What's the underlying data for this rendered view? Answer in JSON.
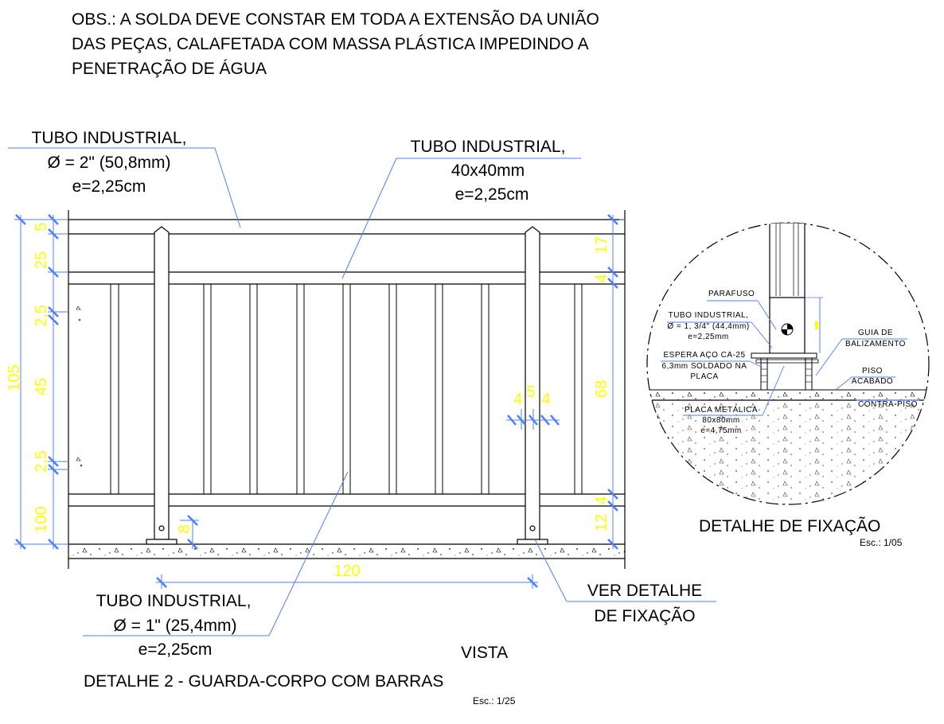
{
  "obs": {
    "line1": "OBS.: A SOLDA DEVE CONSTAR EM TODA A EXTENSÃO DA UNIÃO",
    "line2": "DAS PEÇAS, CALAFETADA COM MASSA PLÁSTICA IMPEDINDO A",
    "line3": "PENETRAÇÃO DE ÁGUA"
  },
  "labels": {
    "tube2_l1": "TUBO INDUSTRIAL,",
    "tube2_l2": "Ø = 2\" (50,8mm)",
    "tube2_l3": "e=2,25cm",
    "tube40_l1": "TUBO INDUSTRIAL,",
    "tube40_l2": "40x40mm",
    "tube40_l3": "e=2,25cm",
    "tube1_l1": "TUBO INDUSTRIAL,",
    "tube1_l2": "Ø = 1\" (25,4mm)",
    "tube1_l3": "e=2,25cm",
    "ver_l1": "VER DETALHE",
    "ver_l2": "DE FIXAÇÃO",
    "vista": "VISTA",
    "detalhe2": "DETALHE 2 - GUARDA-CORPO COM BARRAS",
    "esc1": "Esc.: 1/25",
    "fixacao": "DETALHE DE FIXAÇÃO",
    "esc2": "Esc.: 1/05"
  },
  "detail": {
    "parafuso": "PARAFUSO",
    "tubo_l1": "TUBO INDUSTRIAL,",
    "tubo_l2": "Ø = 1, 3/4\" (44,4mm)",
    "tubo_l3": "e=2,25mm",
    "espera_l1": "ESPERA AÇO CA-25",
    "espera_l2": "6,3mm SOLDADO NA",
    "espera_l3": "PLACA",
    "placa_l1": "PLACA METÁLICA",
    "placa_l2": "80x80mm",
    "placa_l3": "e=4,75mm",
    "guia_l1": "GUIA DE",
    "guia_l2": "BALIZAMENTO",
    "piso_l1": "PISO",
    "piso_l2": "ACABADO",
    "contrapiso": "CONTRA-PISO"
  },
  "dimensions": {
    "left_total": "105",
    "left_5": "5",
    "left_25a": "25",
    "left_2_5a": "2,5",
    "left_45": "45",
    "left_2_5b": "2,5",
    "left_100": "100",
    "right_17": "17",
    "right_4a": "4",
    "right_68": "68",
    "right_4b": "4",
    "right_12": "12",
    "bottom_120": "120",
    "post_8": "8",
    "bar_4a": "4",
    "bar_5": "5",
    "bar_4b": "4"
  }
}
